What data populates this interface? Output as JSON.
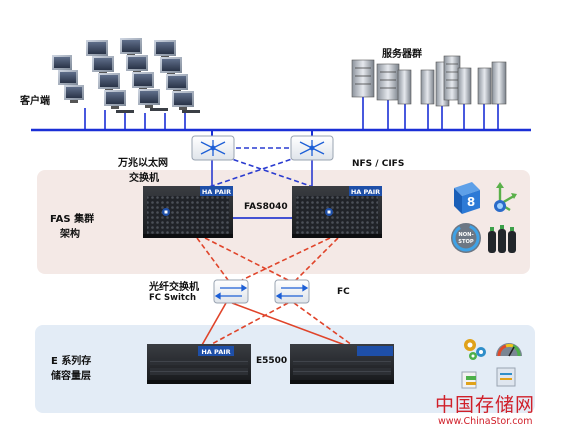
{
  "labels": {
    "clients": "客户端",
    "servers": "服务器群",
    "ethernet_line1": "万兆以太网",
    "ethernet_line2": "交换机",
    "nfs_cifs": "NFS / CIFS",
    "fas_cluster_line1": "FAS 集群",
    "fas_cluster_line2": "架构",
    "fas_model": "FAS8040",
    "fc_switch_cn": "光纤交换机",
    "fc_switch_en": "FC Switch",
    "fc": "FC",
    "e_series_line1": "E 系列存",
    "e_series_line2": "储容量层",
    "e_model": "E5500"
  },
  "badges": {
    "ha_pair": "HA PAIR",
    "nonstop_line1": "NON-",
    "nonstop_line2": "STOP",
    "cube_digit": "8"
  },
  "watermark": {
    "cn": "中国存储网",
    "url": "www.ChinaStor.com"
  },
  "icons": {
    "switch": "ethernet-switch-icon",
    "fc_switch": "fc-switch-icon",
    "controller": "storage-controller-icon",
    "server": "server-rack-icon",
    "client": "desktop-client-icon"
  },
  "colors": {
    "lan": "#1a2fd6",
    "cluster_link": "#2a3bd0",
    "fc_link": "#e0442a",
    "fas_band": "#f4e9e6",
    "e_band": "#e3ecf6",
    "watermark": "#d0202a"
  }
}
